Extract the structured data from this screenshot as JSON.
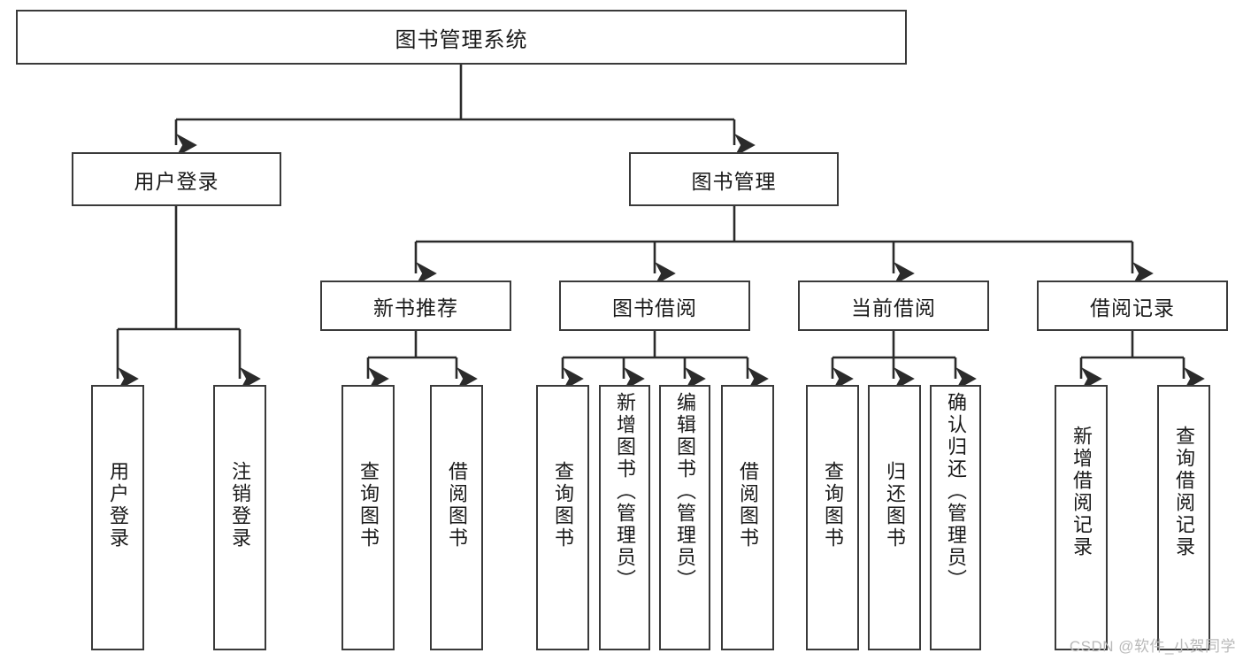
{
  "diagram": {
    "title": "图书管理系统",
    "type": "tree-hierarchy-chart",
    "colors": {
      "box_border": "#3a3a3a",
      "box_fill": "#ffffff",
      "edge": "#2b2b2b",
      "text": "#1a1a1a",
      "watermark": "#b9b9b9"
    }
  },
  "root": {
    "label": "图书管理系统"
  },
  "level2": [
    {
      "label": "用户登录"
    },
    {
      "label": "图书管理"
    }
  ],
  "level3": [
    {
      "label": "新书推荐"
    },
    {
      "label": "图书借阅"
    },
    {
      "label": "当前借阅"
    },
    {
      "label": "借阅记录"
    }
  ],
  "leaves": {
    "user_login": [
      {
        "label": "用户登录"
      },
      {
        "label": "注销登录"
      }
    ],
    "new_book_recommend": [
      {
        "label": "查询图书"
      },
      {
        "label": "借阅图书"
      }
    ],
    "book_borrow": [
      {
        "label": "查询图书"
      },
      {
        "label": "新增图书（管理员）"
      },
      {
        "label": "编辑图书（管理员）"
      },
      {
        "label": "借阅图书"
      }
    ],
    "current_borrow": [
      {
        "label": "查询图书"
      },
      {
        "label": "归还图书"
      },
      {
        "label": "确认归还（管理员）"
      }
    ],
    "borrow_record": [
      {
        "label": "新增借阅记录"
      },
      {
        "label": "查询借阅记录"
      }
    ]
  },
  "watermark": {
    "text": "CSDN @软件_小贺同学"
  }
}
